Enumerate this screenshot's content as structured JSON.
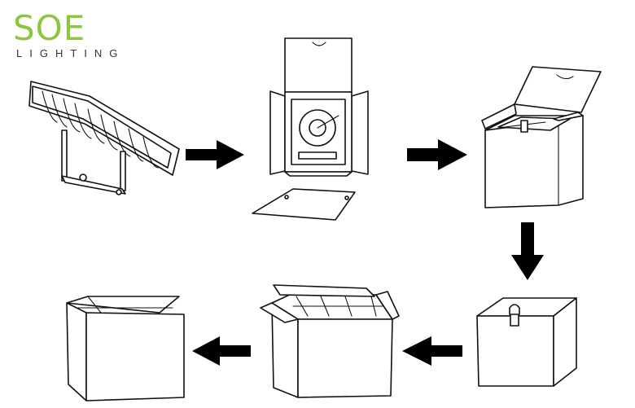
{
  "logo": {
    "wordmark": "SOE",
    "subtitle": "LIGHTING",
    "color_main": "#8cc63f",
    "color_sub": "#333333"
  },
  "steps": [
    {
      "id": 1,
      "icon": "floodlight-fixture-icon"
    },
    {
      "id": 2,
      "icon": "open-inner-box-icon"
    },
    {
      "id": 3,
      "icon": "box-with-fixture-icon"
    },
    {
      "id": 4,
      "icon": "closed-box-with-handle-icon"
    },
    {
      "id": 5,
      "icon": "open-master-carton-icon"
    },
    {
      "id": 6,
      "icon": "sealed-carton-icon"
    }
  ],
  "arrows": [
    "right",
    "right",
    "down",
    "left",
    "left"
  ]
}
